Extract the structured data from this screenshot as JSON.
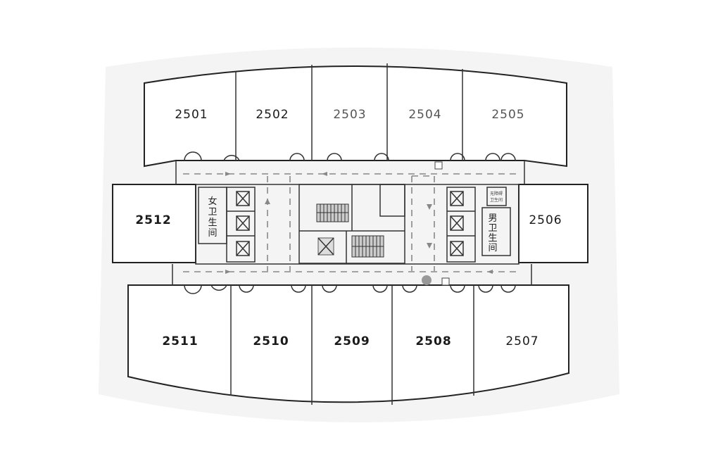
{
  "title": "25F floor plan",
  "rooms": {
    "r2501": "2501",
    "r2502": "2502",
    "r2503": "2503",
    "r2504": "2504",
    "r2505": "2505",
    "r2506": "2506",
    "r2507": "2507",
    "r2508": "2508",
    "r2509": "2509",
    "r2510": "2510",
    "r2511": "2511",
    "r2512": "2512"
  },
  "restrooms": {
    "women": [
      "女",
      "卫",
      "生",
      "间"
    ],
    "men": [
      "男",
      "卫",
      "生",
      "间"
    ],
    "accessible": [
      "无障碍",
      "卫生间"
    ]
  },
  "colors": {
    "wall": "#222222",
    "route": "#888888",
    "marker": "#999999",
    "paper": "#f4f4f4"
  }
}
